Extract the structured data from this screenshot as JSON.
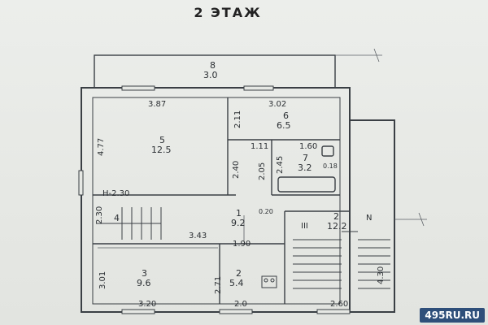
{
  "title": "2 ЭТАЖ",
  "rooms": [
    {
      "id": "8",
      "area": "3.0"
    },
    {
      "id": "5",
      "area": "12.5"
    },
    {
      "id": "6",
      "area": "6.5"
    },
    {
      "id": "7",
      "area": "3.2"
    },
    {
      "id": "1",
      "area": "9.2"
    },
    {
      "id": "4",
      "area": ""
    },
    {
      "id": "3",
      "area": "9.6"
    },
    {
      "id": "2",
      "area": "5.4"
    },
    {
      "id": "2",
      "area": "12.2"
    }
  ],
  "dimensions": {
    "d_387": "3.87",
    "d_302": "3.02",
    "d_477": "4.77",
    "d_211": "2.11",
    "d_160": "1.60",
    "d_111": "1.11",
    "d_245": "2.45",
    "d_205": "2.05",
    "d_018": "0.18",
    "d_240": "2.40",
    "h_230": "H-2.30",
    "d_020": "0.20",
    "d_230b": "2.30",
    "d_343": "3.43",
    "d_190": "1.90",
    "d_301": "3.01",
    "d_271": "2.71",
    "d_320": "3.20",
    "d_20": "2.0",
    "d_260": "2.60",
    "d_430": "4.30",
    "mark_III": "III",
    "mark_N": "N"
  },
  "watermark": "495RU.RU"
}
